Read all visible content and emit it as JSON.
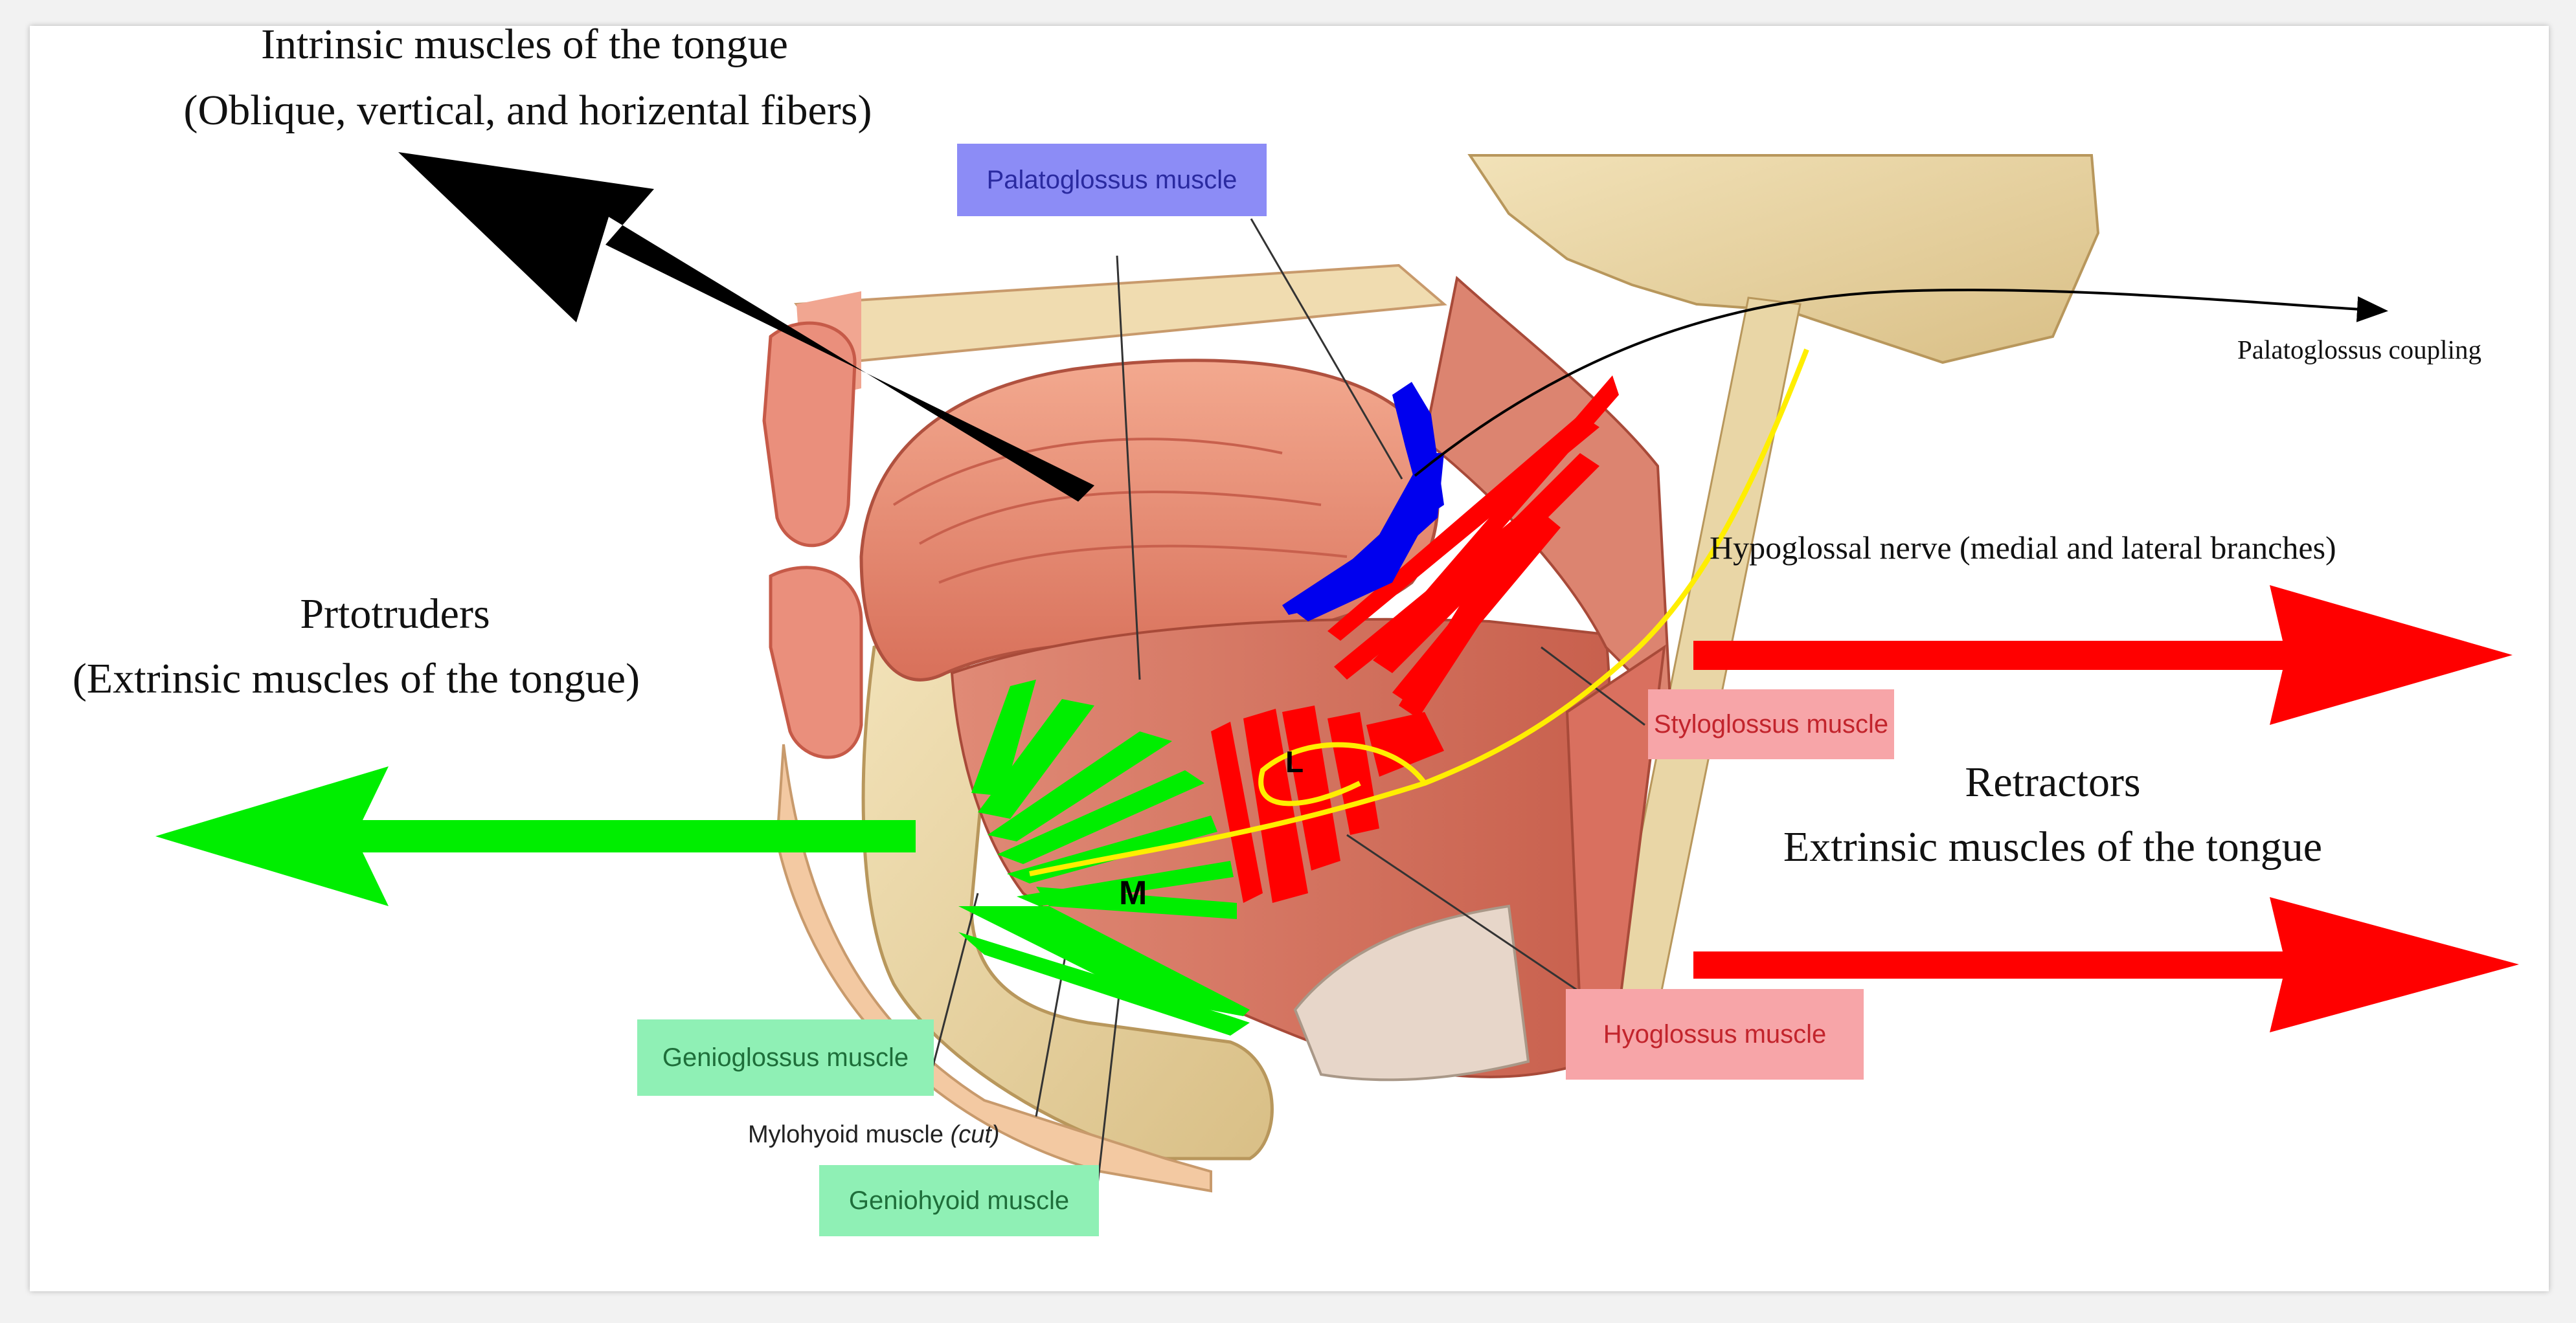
{
  "headings": {
    "intrinsic_title": "Intrinsic muscles of the tongue",
    "intrinsic_sub": "(Oblique, vertical, and horizental fibers)",
    "protruders_title": "Prtotruders",
    "protruders_sub": "(Extrinsic muscles of the tongue)",
    "retractors_title": "Retractors",
    "retractors_sub": "Extrinsic muscles of the tongue"
  },
  "notes": {
    "palatoglossus_coupling": "Palatoglossus coupling",
    "hypoglossal_nerve": "Hypoglossal nerve (medial and lateral branches)"
  },
  "muscle_labels": {
    "palatoglossus": "Palatoglossus muscle",
    "styloglossus": "Styloglossus muscle",
    "hyoglossus": "Hyoglossus muscle",
    "genioglossus": "Genioglossus muscle",
    "geniohyoid": "Geniohyoid muscle",
    "mylohyoid": "Mylohyoid muscle",
    "mylohyoid_note": "(cut)"
  },
  "markers": {
    "lateral": "L",
    "medial": "M"
  },
  "colors": {
    "protruder_arrow": "#00ee00",
    "retractor_arrow": "#ff0000",
    "intrinsic_arrow": "#000000",
    "palatoglossus_highlight": "#0000ee",
    "nerve": "#ffee00"
  },
  "icons": {
    "protruder_arrow": "arrow-left-icon",
    "retractor_arrow": "arrow-right-icon",
    "intrinsic_arrow": "arrow-up-left-icon"
  }
}
